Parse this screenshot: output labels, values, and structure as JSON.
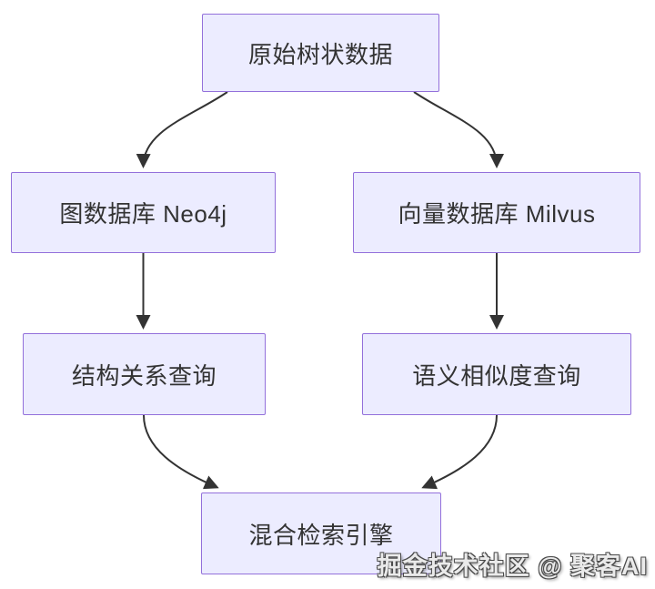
{
  "diagram": {
    "type": "flowchart",
    "direction": "top-down",
    "nodes": [
      {
        "id": "root",
        "label": "原始树状数据"
      },
      {
        "id": "graph_db",
        "label": "图数据库 Neo4j"
      },
      {
        "id": "vector_db",
        "label": "向量数据库 Milvus"
      },
      {
        "id": "struct_query",
        "label": "结构关系查询"
      },
      {
        "id": "semantic_query",
        "label": "语义相似度查询"
      },
      {
        "id": "hybrid_engine",
        "label": "混合检索引擎"
      }
    ],
    "edges": [
      {
        "from": "root",
        "to": "graph_db"
      },
      {
        "from": "root",
        "to": "vector_db"
      },
      {
        "from": "graph_db",
        "to": "struct_query"
      },
      {
        "from": "vector_db",
        "to": "semantic_query"
      },
      {
        "from": "struct_query",
        "to": "hybrid_engine"
      },
      {
        "from": "semantic_query",
        "to": "hybrid_engine"
      }
    ],
    "colors": {
      "node_fill": "#ECECFF",
      "node_border": "#9370DB",
      "edge": "#333333",
      "text": "#333333",
      "background": "#FFFFFF"
    }
  },
  "watermark": {
    "text": "掘金技术社区 @ 聚客AI"
  }
}
